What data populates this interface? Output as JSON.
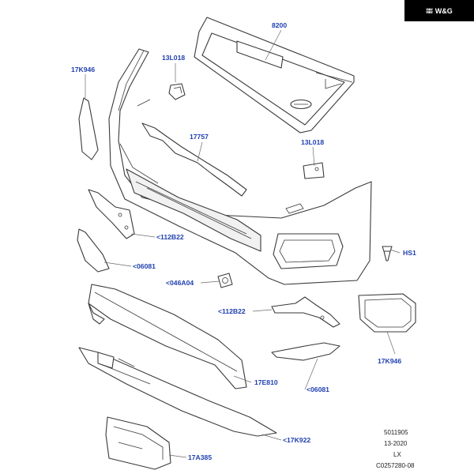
{
  "logo": {
    "mark": "ʬʬ",
    "text": "W&G"
  },
  "labels": {
    "grille": "8200",
    "side_trim_left": "17K946",
    "clip_upper": "13L018",
    "clip_lower": "13L018",
    "upper_bracket": "17757",
    "bracket_left": "<112B22",
    "deflector_left": "<06081",
    "sensor": "<046A04",
    "screw": "HS1",
    "bracket_right": "<112B22",
    "fog_grille": "17K946",
    "lower_panel": "17E810",
    "deflector_right": "<06081",
    "spoiler": "<17K922",
    "plate_bracket": "17A385"
  },
  "info": {
    "line1": "5011905",
    "line2": "13-2020",
    "line3": "LX",
    "line4": "C0257280-08"
  }
}
